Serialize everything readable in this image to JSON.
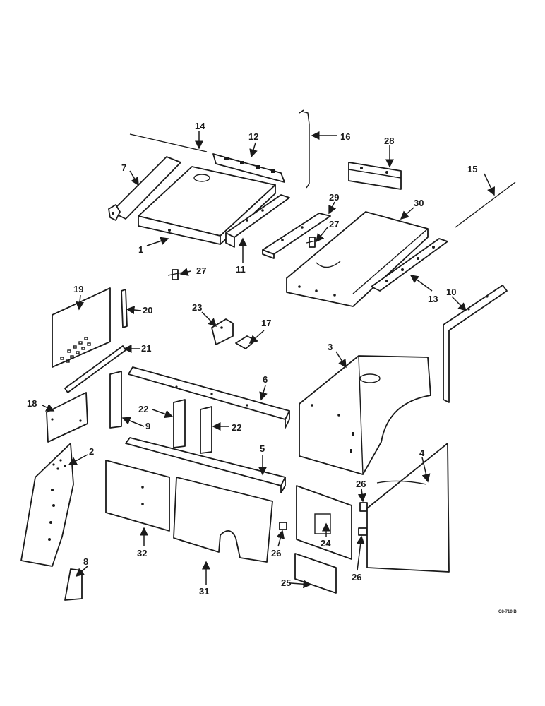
{
  "diagram": {
    "drawing_code": "C8-710 B",
    "callouts": {
      "c1": "1",
      "c2": "2",
      "c3": "3",
      "c4": "4",
      "c5": "5",
      "c6": "6",
      "c7": "7",
      "c8": "8",
      "c9": "9",
      "c10": "10",
      "c11": "11",
      "c12": "12",
      "c13": "13",
      "c14": "14",
      "c15": "15",
      "c16": "16",
      "c17": "17",
      "c18": "18",
      "c19": "19",
      "c20": "20",
      "c21": "21",
      "c22a": "22",
      "c22b": "22",
      "c23": "23",
      "c24": "24",
      "c25": "25",
      "c26a": "26",
      "c26b": "26",
      "c26c": "26",
      "c27a": "27",
      "c27b": "27",
      "c28": "28",
      "c29": "29",
      "c30": "30",
      "c31": "31",
      "c32": "32"
    }
  }
}
